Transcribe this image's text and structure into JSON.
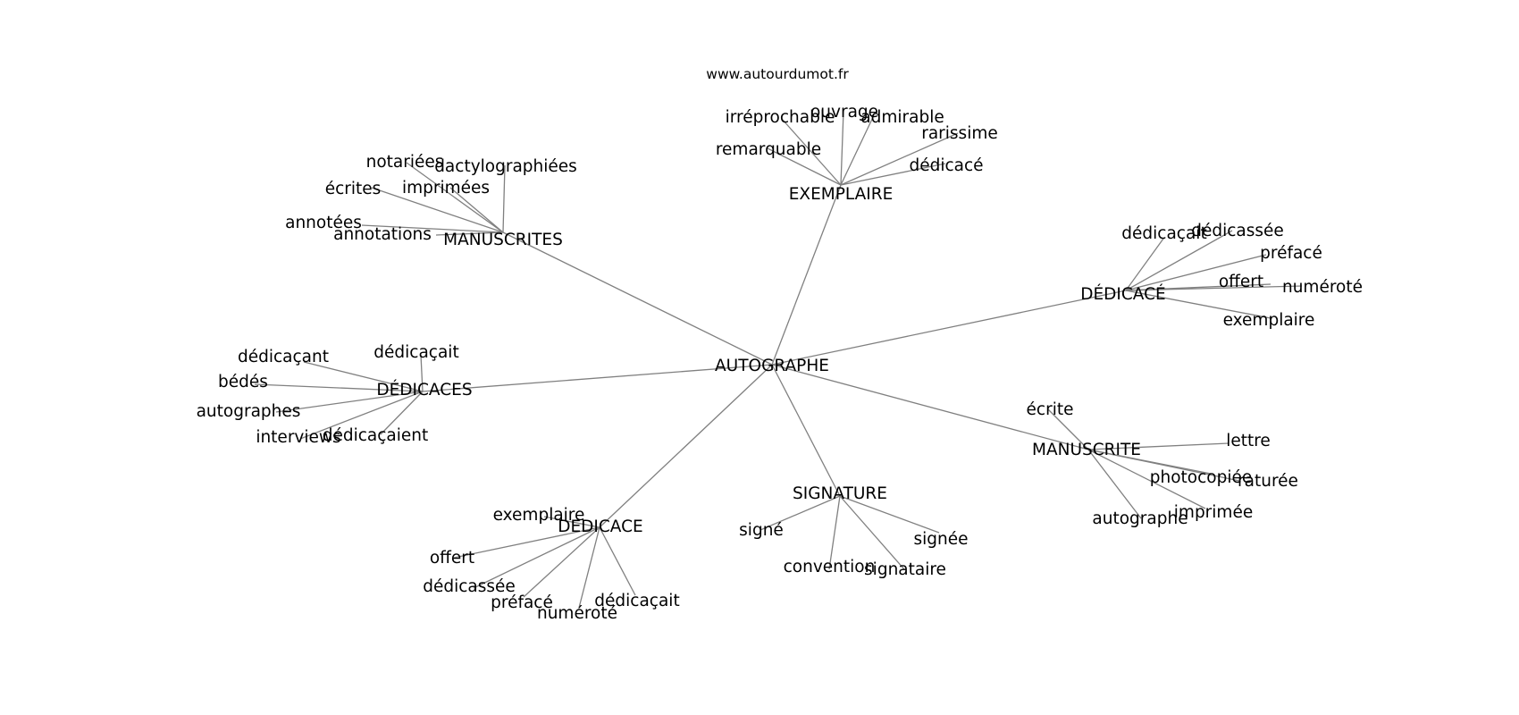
{
  "source_label": "www.autourdumot.fr",
  "center": "AUTOGRAPHE",
  "clusters": [
    {
      "id": "exemplaire",
      "label": "EXEMPLAIRE",
      "words": [
        "irréprochable",
        "ouvrage",
        "admirable",
        "rarissime",
        "remarquable",
        "dédicacé"
      ]
    },
    {
      "id": "manuscrites",
      "label": "MANUSCRITES",
      "words": [
        "notariées",
        "dactylographiées",
        "écrites",
        "imprimées",
        "annotées",
        "annotations"
      ]
    },
    {
      "id": "dedicace-accent",
      "label": "DÉDICACÉ",
      "words": [
        "dédicaçait",
        "dédicassée",
        "préfacé",
        "offert",
        "numéroté",
        "exemplaire"
      ]
    },
    {
      "id": "dedicaces",
      "label": "DÉDICACES",
      "words": [
        "dédicaçant",
        "dédicaçait",
        "bédés",
        "autographes",
        "interviews",
        "dédicaçaient"
      ]
    },
    {
      "id": "manuscrite",
      "label": "MANUSCRITE",
      "words": [
        "écrite",
        "lettre",
        "photocopiée",
        "raturée",
        "autographe",
        "imprimée"
      ]
    },
    {
      "id": "signature",
      "label": "SIGNATURE",
      "words": [
        "signé",
        "signée",
        "convention",
        "signataire"
      ]
    },
    {
      "id": "dedicace",
      "label": "DEDICACE",
      "words": [
        "exemplaire",
        "offert",
        "dédicassée",
        "préfacé",
        "numéroté",
        "dédicaçait"
      ]
    }
  ]
}
